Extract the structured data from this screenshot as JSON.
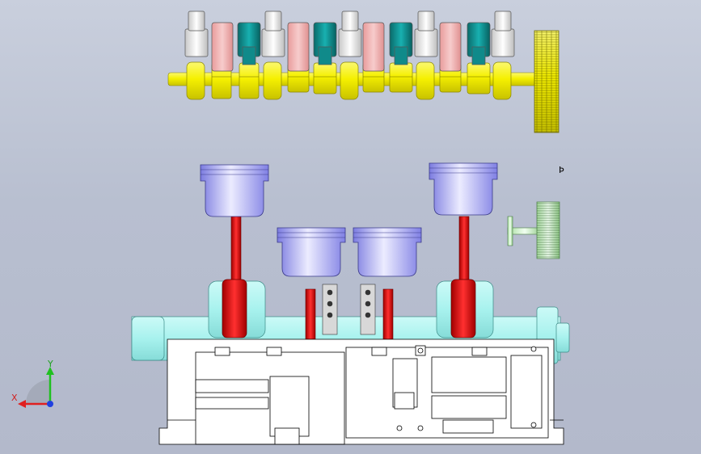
{
  "viewport": {
    "background_top": "#c9cfdd",
    "background_bottom": "#b3b9cb"
  },
  "model": {
    "parts": [
      "crankshaft",
      "flywheel-gear",
      "piston",
      "connecting-rod",
      "engine-block",
      "valve-gear-shaft"
    ],
    "colors": {
      "crankshaft": "#f5f000",
      "counterweight_pink": "#f0b8b8",
      "counterweight_teal": "#0e8f8f",
      "rod_caps": "#e6e6e6",
      "piston": "#a8a8f5",
      "connecting_rod": "#e01010",
      "block_cyan": "#a8f2ee",
      "block_outline": "#000000",
      "gear_green": "#d8f5c8"
    }
  },
  "triad": {
    "x_label": "X",
    "y_label": "Y",
    "x_color": "#e02020",
    "y_color": "#20c020",
    "z_color": "#2040e0"
  }
}
